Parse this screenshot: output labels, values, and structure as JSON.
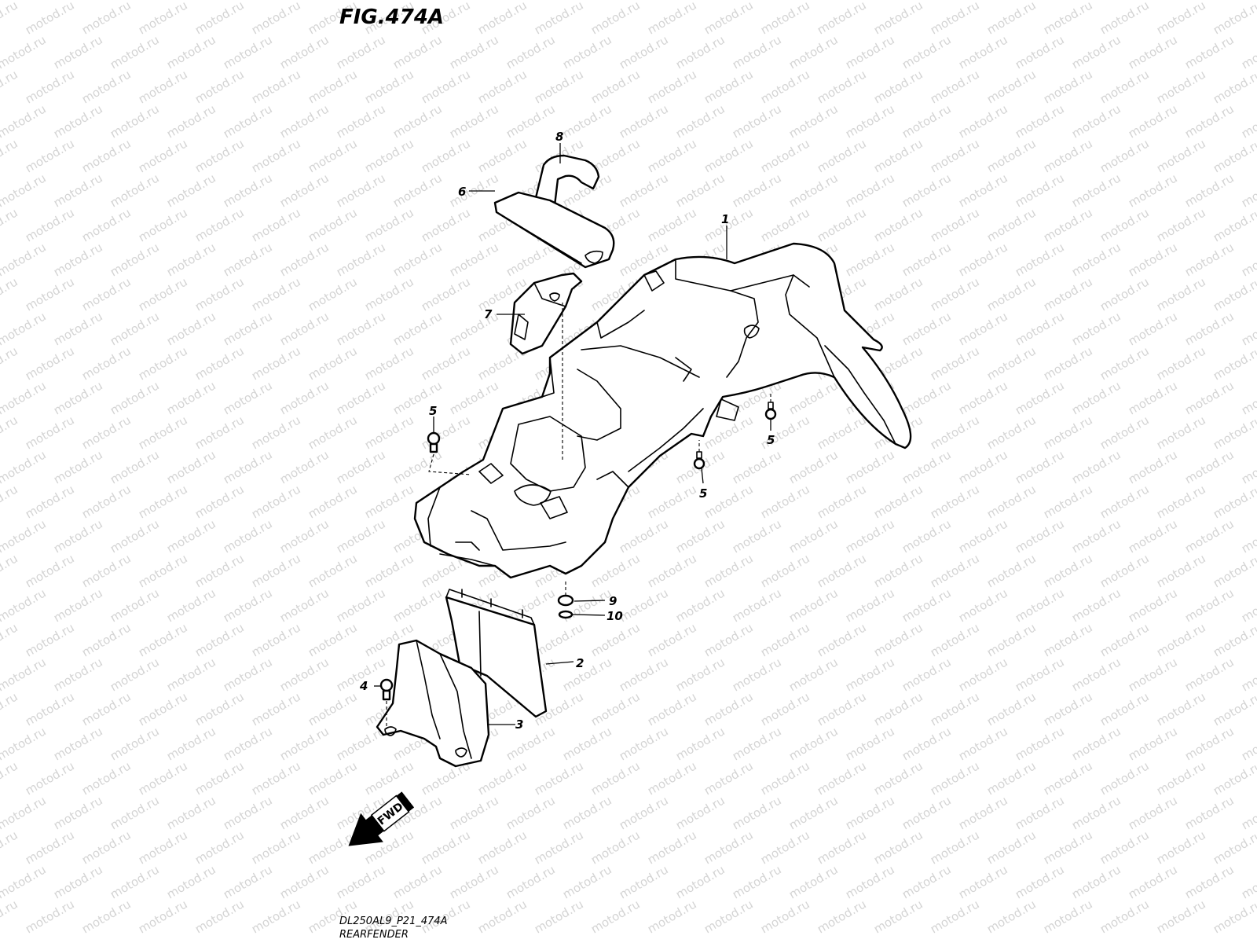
{
  "figure": {
    "title": "FIG.474A",
    "code": "DL250AL9_P21_474A",
    "caption": "REARFENDER"
  },
  "watermark": {
    "text": "motod.ru",
    "color": "#d4d4d4"
  },
  "direction_marker": {
    "label": "FWD",
    "icon": "fwd-arrow-icon"
  },
  "callouts": [
    {
      "id": "1",
      "label": "1"
    },
    {
      "id": "2",
      "label": "2"
    },
    {
      "id": "3",
      "label": "3"
    },
    {
      "id": "4",
      "label": "4"
    },
    {
      "id": "5a",
      "label": "5"
    },
    {
      "id": "5b",
      "label": "5"
    },
    {
      "id": "5c",
      "label": "5"
    },
    {
      "id": "6",
      "label": "6"
    },
    {
      "id": "7",
      "label": "7"
    },
    {
      "id": "8",
      "label": "8"
    },
    {
      "id": "9",
      "label": "9"
    },
    {
      "id": "10",
      "label": "10"
    }
  ]
}
